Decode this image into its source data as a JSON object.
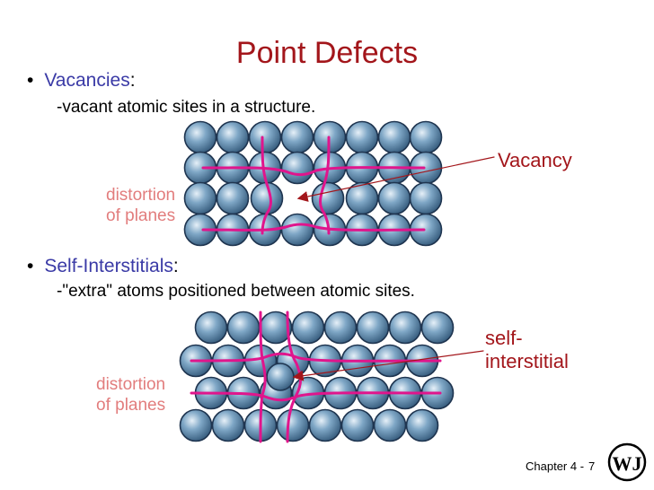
{
  "title": "Point Defects",
  "vacancies": {
    "bullet": "•",
    "term": "Vacancies",
    "colon": ":",
    "description": "-vacant atomic sites in a structure.",
    "label": "Vacancy",
    "distortion_line1": "distortion",
    "distortion_line2": "of planes"
  },
  "interstitials": {
    "bullet": "•",
    "term": "Self-Interstitials",
    "colon": ":",
    "description": "-\"extra\" atoms positioned between atomic sites.",
    "label_line1": "self-",
    "label_line2": "interstitial",
    "distortion_line1": "distortion",
    "distortion_line2": "of planes"
  },
  "footer": {
    "chapter": "Chapter 4 -",
    "page": "7"
  },
  "colors": {
    "title": "#a3161b",
    "term": "#3a3aa6",
    "pink_label": "#e27d7d",
    "plane_lines": "#e0158c",
    "atom_fill": "#7fa7c6",
    "atom_stroke": "#1f3550"
  },
  "logo": "WJ"
}
